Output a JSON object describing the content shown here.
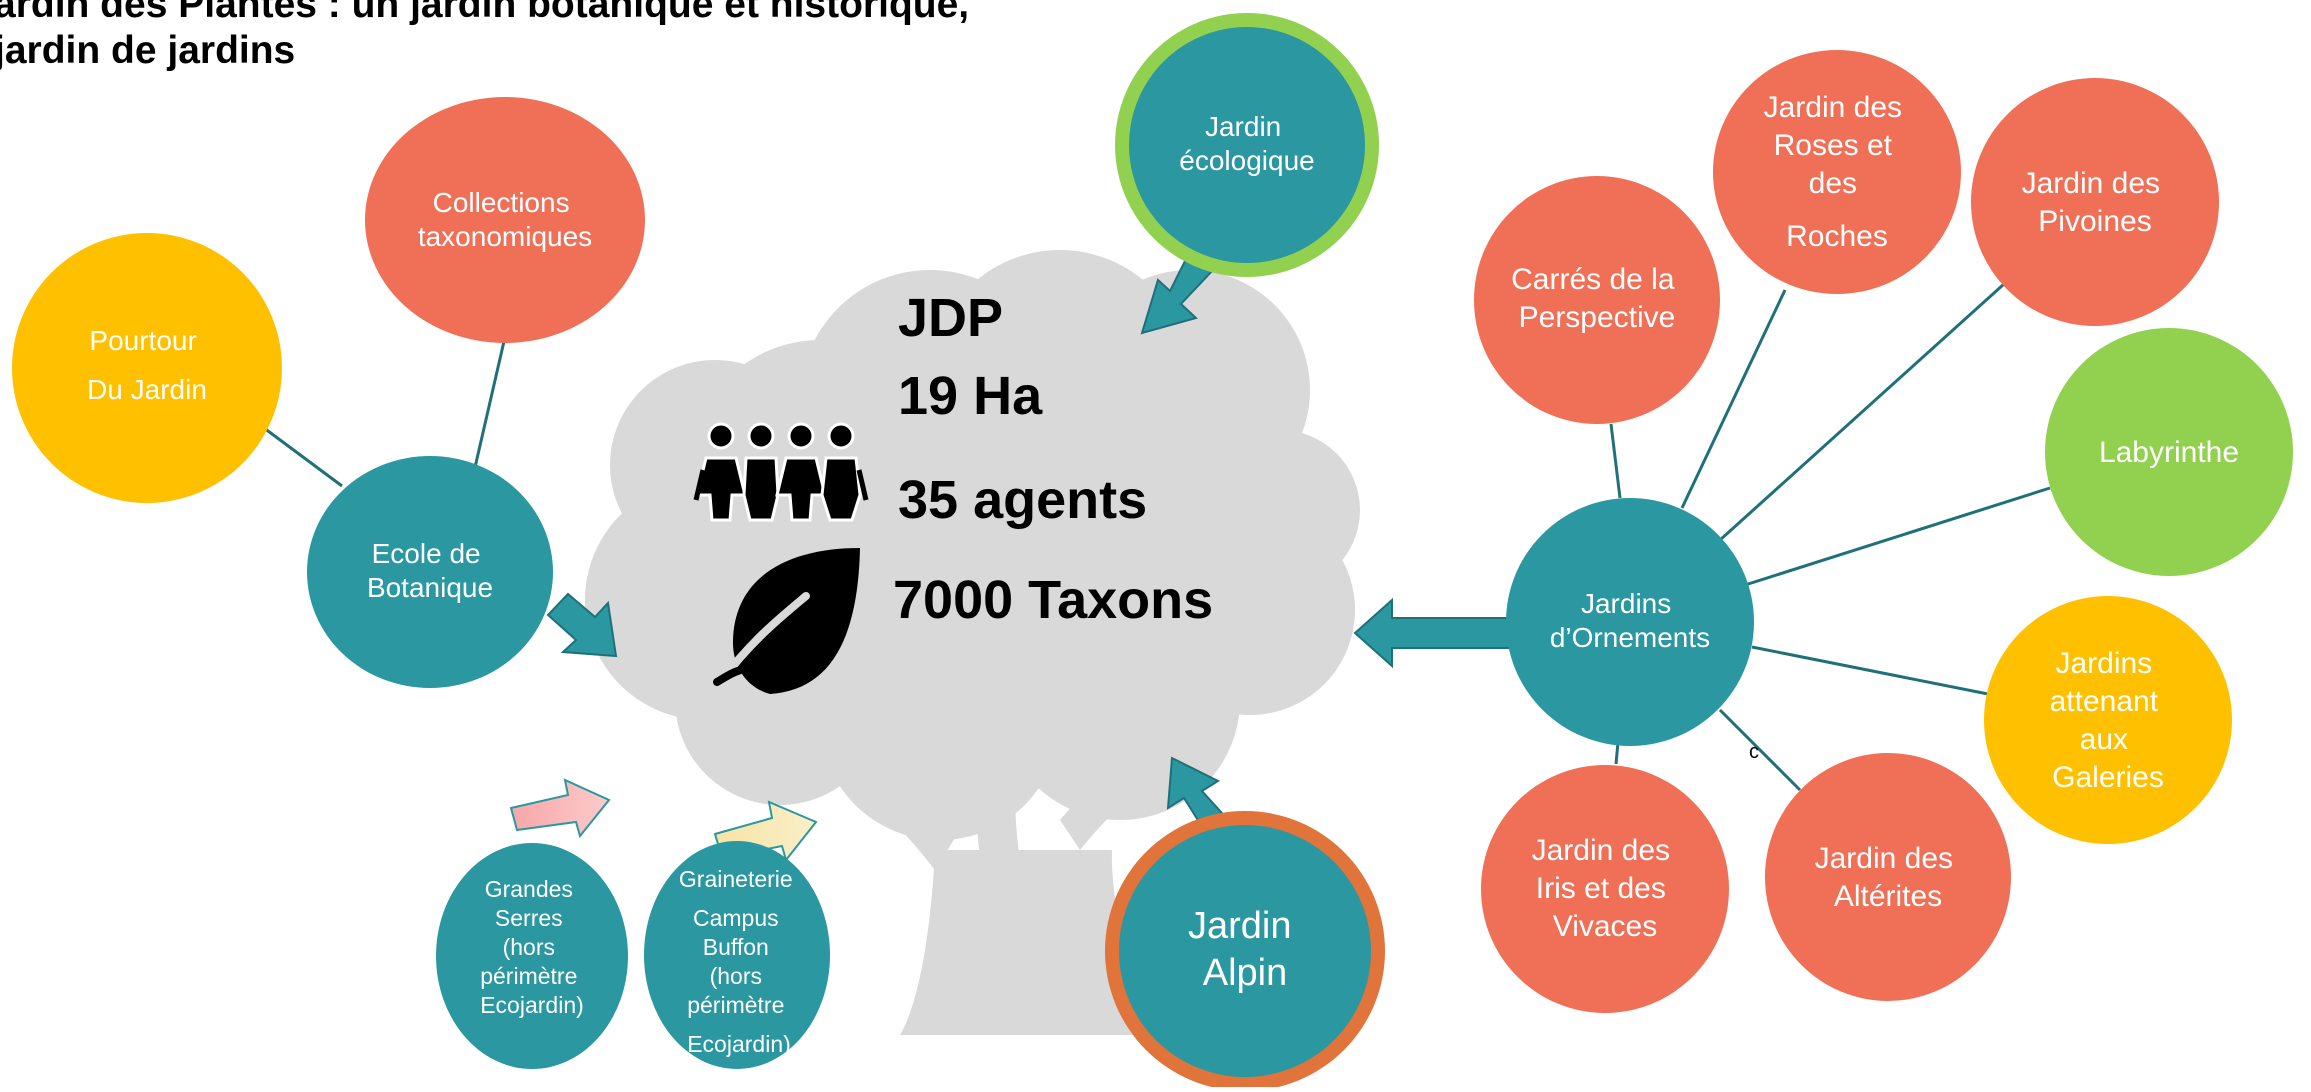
{
  "title": {
    "line1": "ardin des Plantes : un jardin botanique et historique,",
    "line2": "jardin de jardins"
  },
  "center": {
    "jdp": "JDP",
    "area": "19 Ha",
    "agents": "35 agents",
    "taxons": "7000 Taxons"
  },
  "nodes": {
    "pourtour": [
      "Pourtour",
      "Du Jardin"
    ],
    "collections": [
      "Collections",
      "taxonomiques"
    ],
    "ecole": [
      "Ecole de",
      "Botanique"
    ],
    "ecologique": [
      "Jardin",
      "écologique"
    ],
    "serres": [
      "Grandes",
      "Serres",
      "(hors",
      "périmètre",
      "Ecojardin)"
    ],
    "graineterie": [
      "Graineterie",
      "Campus",
      "Buffon",
      "(hors",
      "périmètre",
      "Ecojardin)"
    ],
    "alpin": [
      "Jardin",
      "Alpin"
    ],
    "ornements": [
      "Jardins",
      "d’Ornements"
    ],
    "carres": [
      "Carrés de la",
      "Perspective"
    ],
    "roses": [
      "Jardin des",
      "Roses et",
      "des",
      "Roches"
    ],
    "pivoines": [
      "Jardin des",
      "Pivoines"
    ],
    "labyrinthe": [
      "Labyrinthe"
    ],
    "galeries": [
      "Jardins",
      "attenant",
      "aux",
      "Galeries"
    ],
    "alterites": [
      "Jardin des",
      "Altérites"
    ],
    "iris": [
      "Jardin des",
      "Iris et des",
      "Vivaces"
    ]
  },
  "stray_label": "c",
  "colors": {
    "teal": "#2A97A1",
    "coral": "#F07057",
    "yellow": "#FFC000",
    "green": "#92D050",
    "orange_ring": "#E0743B",
    "tree": "#D9D9D9",
    "line": "#20707A"
  },
  "icons": {
    "people": "people-group-icon",
    "leaf": "leaf-icon"
  }
}
